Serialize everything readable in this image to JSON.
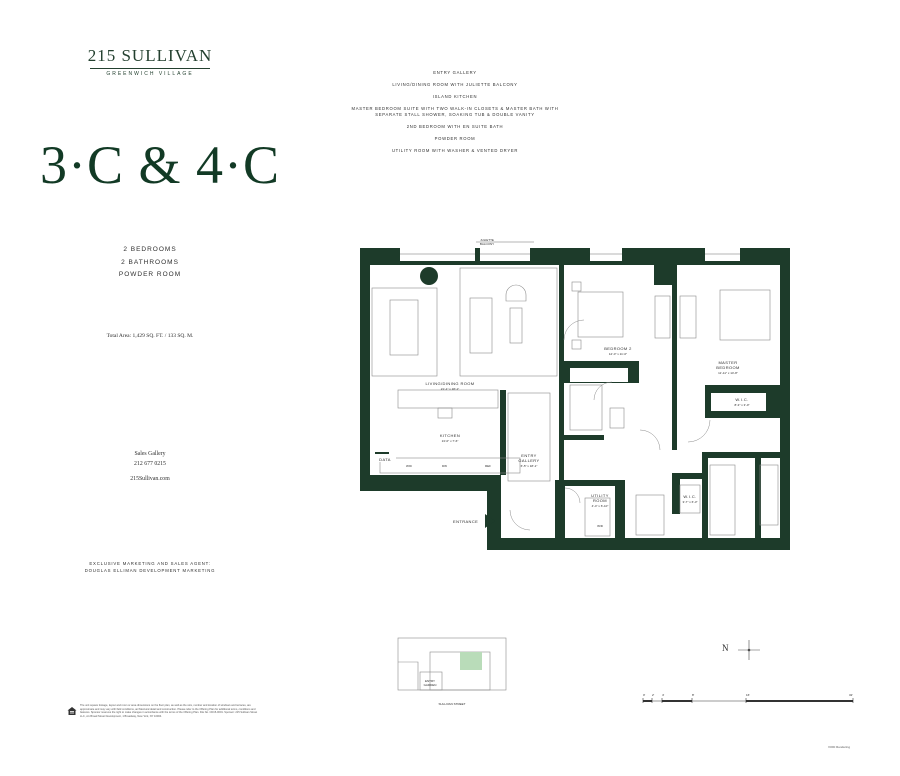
{
  "brand": {
    "name": "215 SULLIVAN",
    "subtitle": "GREENWICH VILLAGE"
  },
  "units_title": "3·C & 4·C",
  "features": [
    "ENTRY GALLERY",
    "LIVING/DINING ROOM WITH JULIETTE BALCONY",
    "ISLAND KITCHEN",
    "MASTER BEDROOM SUITE WITH TWO WALK-IN CLOSETS & MASTER BATH WITH",
    "SEPARATE STALL SHOWER, SOAKING TUB & DOUBLE VANITY",
    "2ND BEDROOM WITH EN SUITE BATH",
    "POWDER ROOM",
    "UTILITY ROOM WITH WASHER & VENTED DRYER"
  ],
  "rooms_summary": [
    "2 BEDROOMS",
    "2 BATHROOMS",
    "POWDER ROOM"
  ],
  "total_area": "Total Area: 1,429 SQ. FT. / 133 SQ. M.",
  "sales": {
    "label": "Sales Gallery",
    "phone": "212 677 0215",
    "website": "215Sullivan.com"
  },
  "agent": [
    "EXCLUSIVE MARKETING AND SALES AGENT:",
    "DOUGLAS ELLIMAN DEVELOPMENT MARKETING"
  ],
  "plan_labels": {
    "juliette": "JULIETTE",
    "balcony": "BALCONY",
    "bedroom2": "BEDROOM 2",
    "bedroom2_dim": "12'-0\" x 11'-0\"",
    "master": "MASTER",
    "master_bedroom": "BEDROOM",
    "master_dim": "11'-11\" x 14'-8\"",
    "wic": "W.I.C.",
    "wic_dim": "8'-3\" x 3'-0\"",
    "wic2": "W.I.C.",
    "wic2_dim": "3'-7\" x 6'-3\"",
    "living": "LIVING/DINING ROOM",
    "living_dim": "21'-1\" x 18'-1\"",
    "kitchen": "KITCHEN",
    "kitchen_dim": "13'-0\" x 7'-6\"",
    "data": "DATA",
    "entry_gallery": "ENTRY",
    "entry_gallery2": "GALLERY",
    "entry_dim": "6'-5\" x 18'-1\"",
    "utility": "UTILITY",
    "utility2": "ROOM",
    "utility_dim": "4'-4\" x 6'-10\"",
    "entrance": "ENTRANCE",
    "wd": "W/D",
    "dw": "DW",
    "ref": "REF"
  },
  "keyplan": {
    "street": "SULLIVAN STREET",
    "entry": "ENTRY",
    "garden": "GARDEN"
  },
  "compass": {
    "north": "N"
  },
  "scale_labels": [
    "0'",
    "2'",
    "4'",
    "8'",
    "16'",
    "32'"
  ],
  "legal_text": "The unit square footage, layout and room or area dimensions on the floor plan, as well as the size, number and location of windows and terraces, are approximate and may vary with field conditions, architectural detail and construction. Please refer to the Offering Plan for additional terms, conditions and features. Sponsor reserves the right to make changes in accordance with the terms of the Offering Plan. File No. CD15-0001. Sponsor: 215 Sullivan Street LLC, c/o Broad Street Development, 1 Broadway, New York, NY 10004.",
  "render_note": "VOID Rendering",
  "colors": {
    "wall": "#1d3b2a",
    "accent": "#b9dcb9"
  }
}
